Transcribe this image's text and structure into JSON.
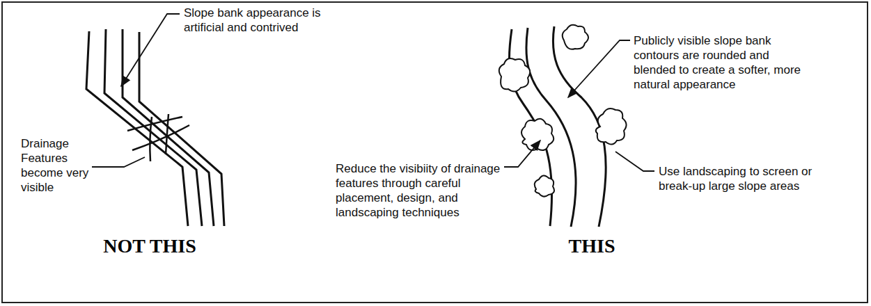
{
  "diagram": {
    "labels": [
      "Slope bank appearance is artificial and contrived",
      "Drainage Features become very visible",
      "NOT THIS",
      "Publicly visible slope bank contours are rounded and blended to create a softer, more natural appearance",
      "Reduce the visibiity of drainage features through careful placement, design, and landscaping techniques",
      "Use landscaping to screen or break-up large slope areas",
      "THIS"
    ]
  }
}
